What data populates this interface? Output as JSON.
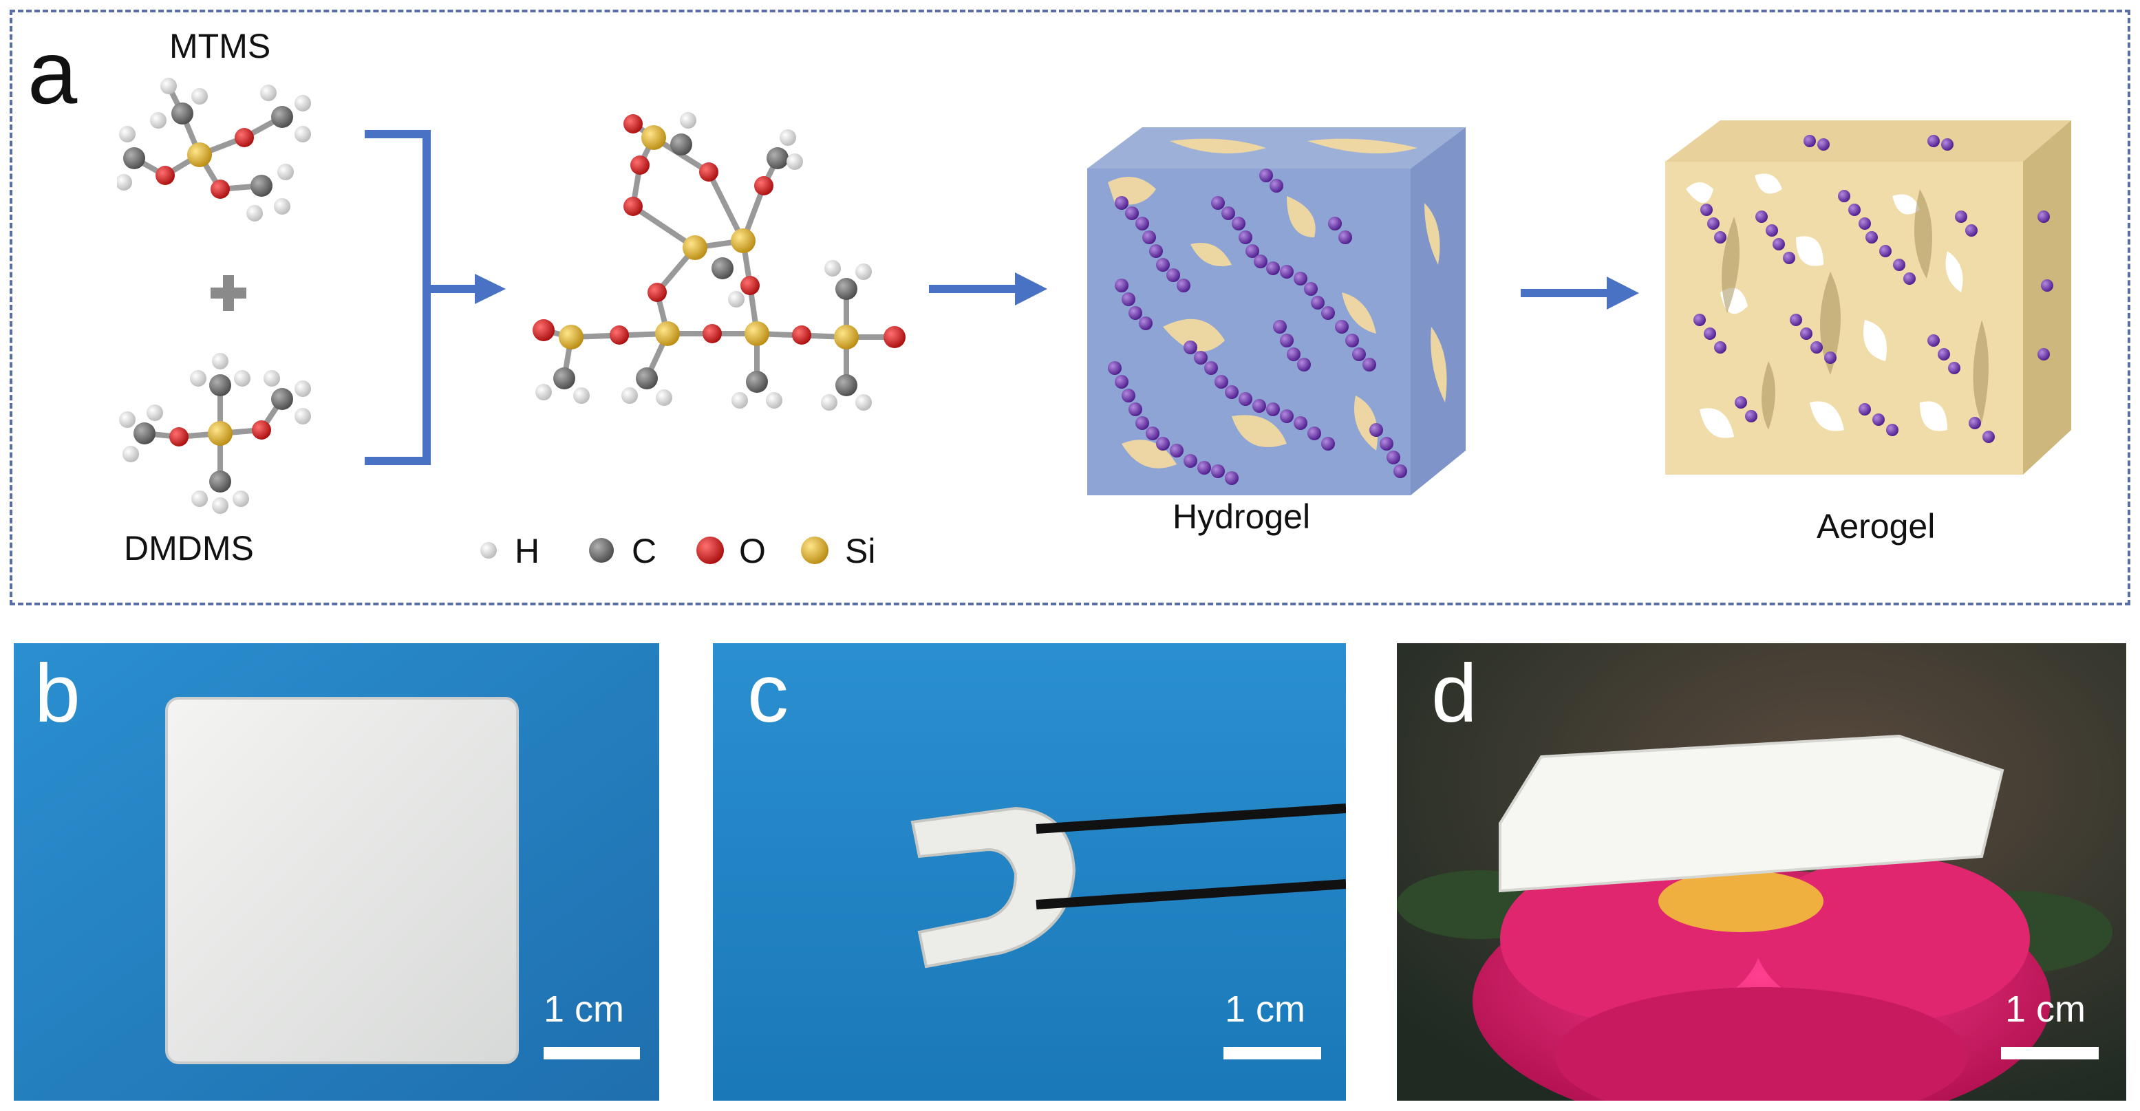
{
  "panel_a": {
    "label": "a",
    "precursor_top": "MTMS",
    "precursor_bottom": "DMDMS",
    "plus": "+",
    "legend": [
      {
        "symbol": "H",
        "color": "#e8e8e8"
      },
      {
        "symbol": "C",
        "color": "#7a7a7a"
      },
      {
        "symbol": "O",
        "color": "#d81e1e"
      },
      {
        "symbol": "Si",
        "color": "#e2b62a"
      }
    ],
    "stage_hydrogel": "Hydrogel",
    "stage_aerogel": "Aerogel",
    "arrow_color": "#4a72c4"
  },
  "panel_b": {
    "label": "b",
    "scale": "1 cm"
  },
  "panel_c": {
    "label": "c",
    "scale": "1 cm"
  },
  "panel_d": {
    "label": "d",
    "scale": "1 cm"
  }
}
